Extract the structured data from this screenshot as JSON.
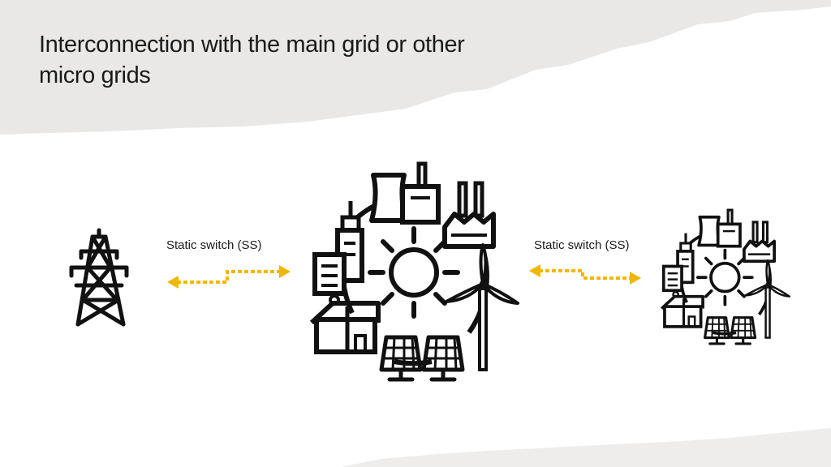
{
  "slide": {
    "title_line1": "Interconnection with the main grid or other",
    "title_line2": "micro grids",
    "switch_left_label": "Static switch (SS)",
    "switch_right_label": "Static switch (SS)"
  },
  "colors": {
    "header_band": "#e9e8e6",
    "arrow": "#f2b705",
    "icon_stroke": "#111111"
  },
  "icons": {
    "main_grid": "transmission-tower-icon",
    "microgrid": "microgrid-cluster-icon",
    "sun": "sun-icon",
    "wind": "wind-turbine-icon",
    "house": "house-icon",
    "solar": "solar-panel-icon",
    "factory": "factory-icon",
    "office": "office-building-icon",
    "cooling_tower": "cooling-tower-icon"
  }
}
